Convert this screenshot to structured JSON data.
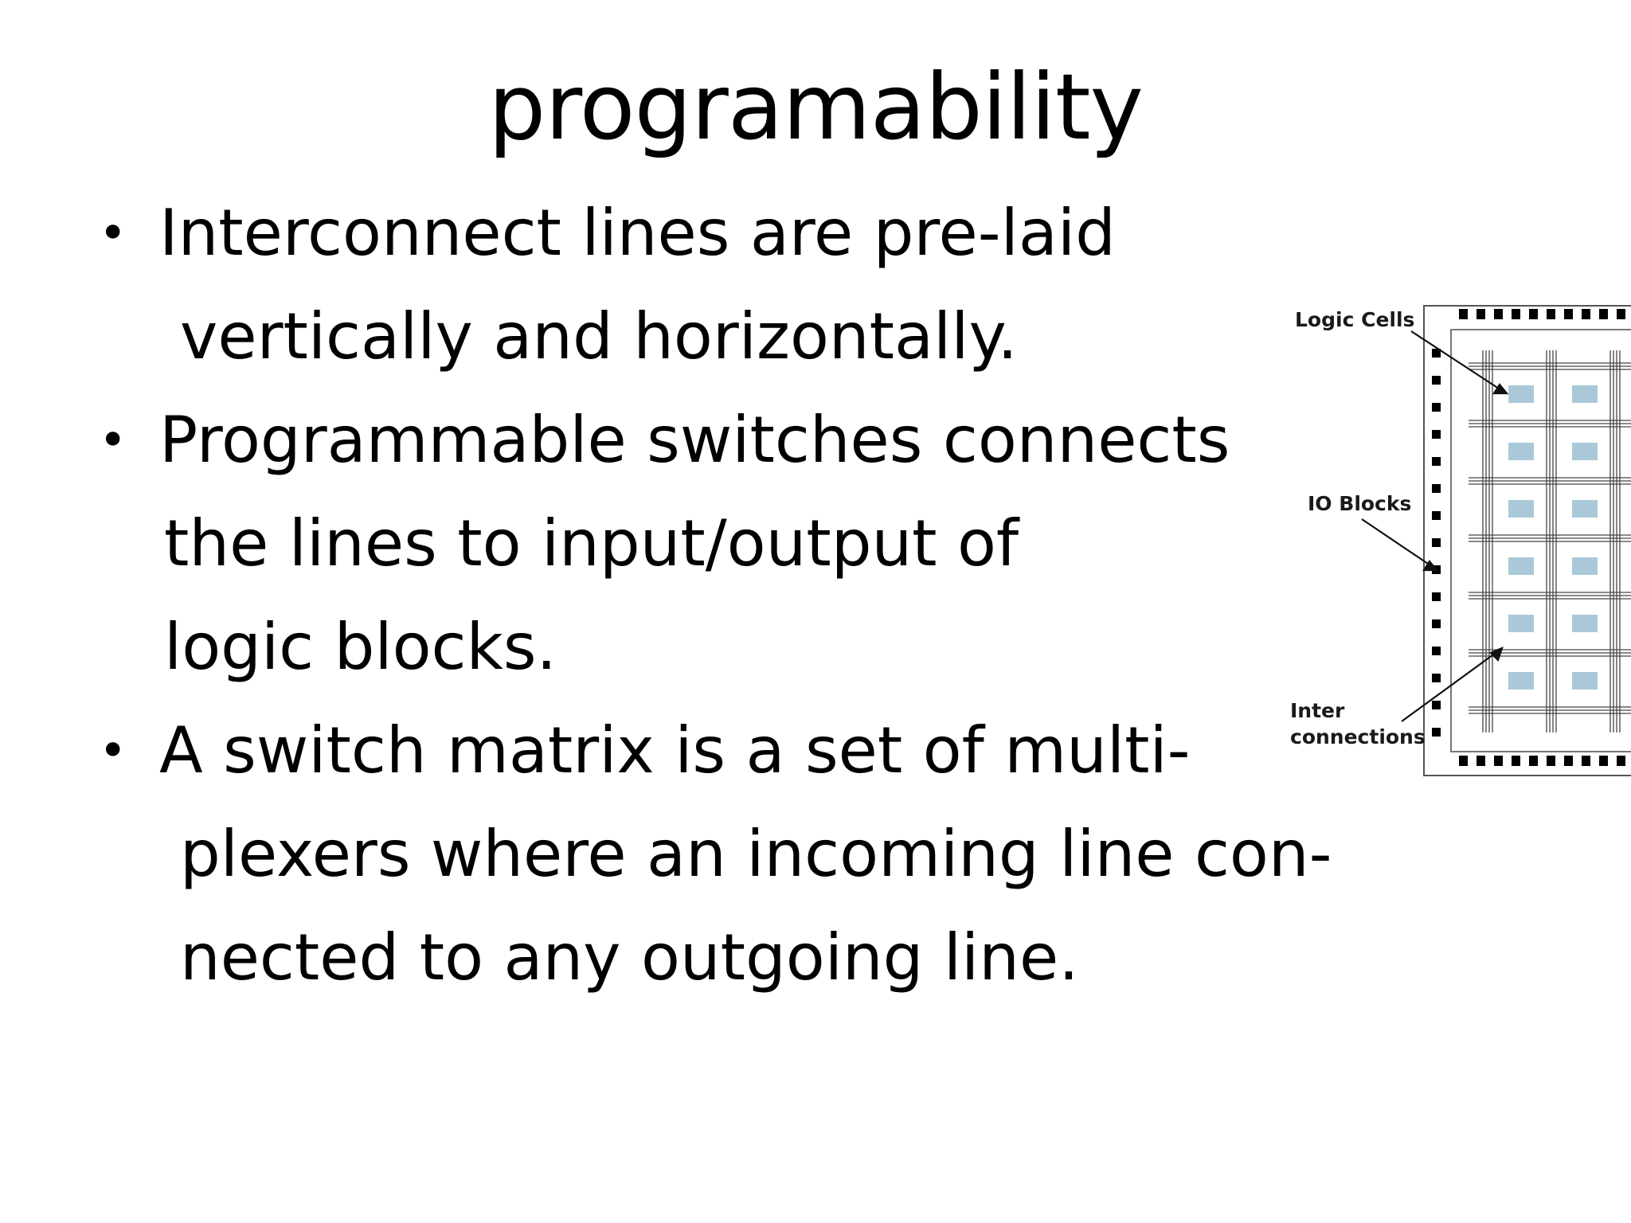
{
  "slide": {
    "title": "programability",
    "bullets": [
      {
        "lines": [
          "Interconnect lines are pre-laid",
          "vertically and horizontally."
        ]
      },
      {
        "lines": [
          "Programmable switches connects",
          "the lines to input/output of",
          "logic blocks."
        ]
      },
      {
        "lines": [
          "A switch matrix is a set of multi-",
          "plexers where an incoming line con-",
          "nected to any outgoing line."
        ]
      }
    ],
    "bullet_glyph": "•"
  },
  "diagram": {
    "labels": {
      "logic_cells": "Logic Cells",
      "io_blocks": "IO Blocks",
      "inter": "Inter",
      "connections": "connections"
    },
    "colors": {
      "logic_cell": "#a9c9d8",
      "io_block": "#000000",
      "wire": "#444444"
    }
  }
}
